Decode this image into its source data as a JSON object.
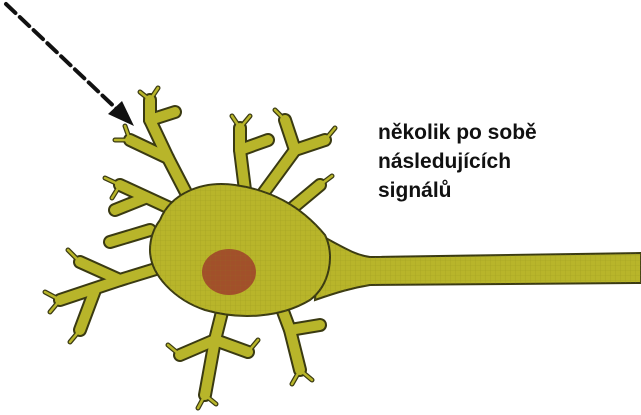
{
  "caption": {
    "lines": [
      "několik po sobě",
      "následujících",
      "signálů"
    ]
  },
  "colors": {
    "background": "#ffffff",
    "cell_body": "#b8b52a",
    "cell_outline": "#3a3a12",
    "nucleus": "#a0482a",
    "arrow": "#111111",
    "caption_text": "#111111"
  },
  "figure": {
    "subject": "neuron",
    "arrow_icon": "dashed-arrow-icon"
  }
}
